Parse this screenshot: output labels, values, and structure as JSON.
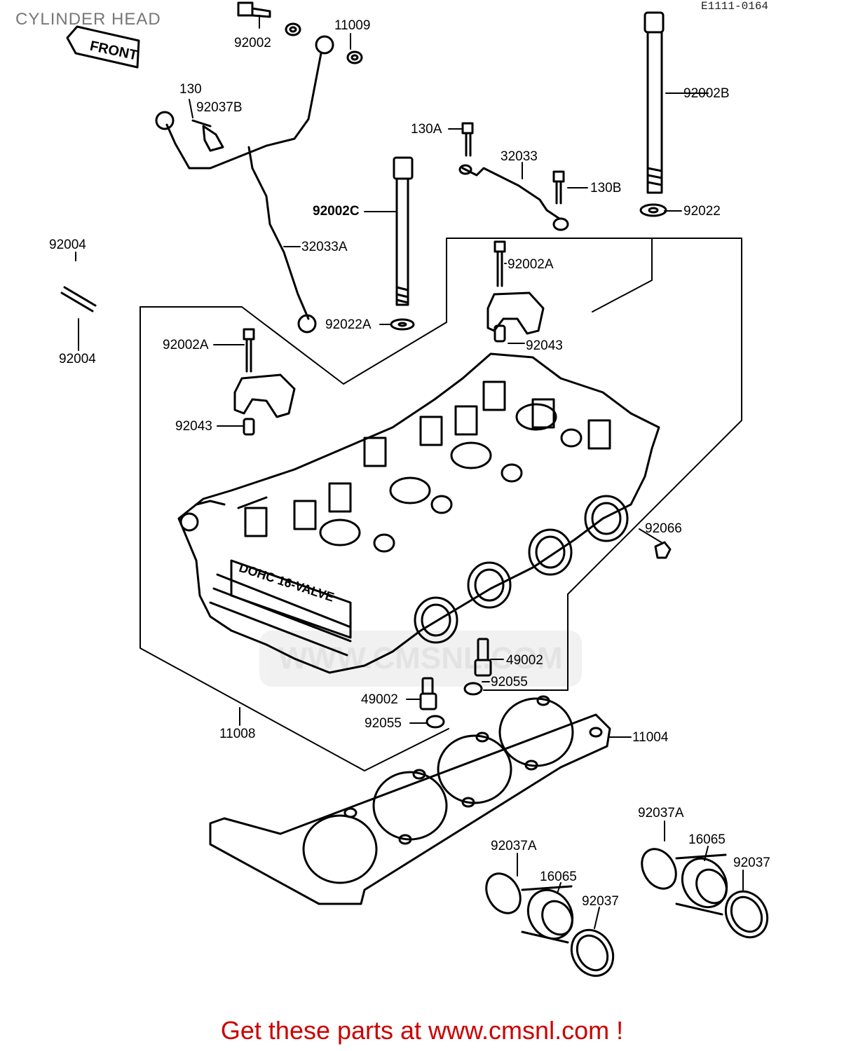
{
  "header": {
    "title": "CYLINDER HEAD",
    "diagram_code": "E1111-0164",
    "front_tag": "FRONT"
  },
  "engine_marking": "DOHC 16-VALVE",
  "watermark": "WWW.CMSNL.COM",
  "footer": {
    "cta": "Get these parts at www.cmsnl.com !"
  },
  "parts": [
    {
      "id": "p1",
      "label": "92002"
    },
    {
      "id": "p2",
      "label": "11009"
    },
    {
      "id": "p3",
      "label": "130"
    },
    {
      "id": "p4",
      "label": "92037B"
    },
    {
      "id": "p5",
      "label": "92002B"
    },
    {
      "id": "p6",
      "label": "130A"
    },
    {
      "id": "p7",
      "label": "32033"
    },
    {
      "id": "p8",
      "label": "130B"
    },
    {
      "id": "p9",
      "label": "92002C"
    },
    {
      "id": "p10",
      "label": "92022"
    },
    {
      "id": "p11",
      "label": "92004"
    },
    {
      "id": "p12",
      "label": "32033A"
    },
    {
      "id": "p13",
      "label": "92002A"
    },
    {
      "id": "p14",
      "label": "92004"
    },
    {
      "id": "p15",
      "label": "92022A"
    },
    {
      "id": "p16",
      "label": "92043"
    },
    {
      "id": "p17",
      "label": "92002A"
    },
    {
      "id": "p18",
      "label": "92043"
    },
    {
      "id": "p19",
      "label": "92066"
    },
    {
      "id": "p20",
      "label": "49002"
    },
    {
      "id": "p21",
      "label": "92055"
    },
    {
      "id": "p22",
      "label": "49002"
    },
    {
      "id": "p23",
      "label": "92055"
    },
    {
      "id": "p24",
      "label": "11008"
    },
    {
      "id": "p25",
      "label": "11004"
    },
    {
      "id": "p26",
      "label": "92037A"
    },
    {
      "id": "p27",
      "label": "16065"
    },
    {
      "id": "p28",
      "label": "92037A"
    },
    {
      "id": "p29",
      "label": "92037"
    },
    {
      "id": "p30",
      "label": "16065"
    },
    {
      "id": "p31",
      "label": "92037"
    }
  ]
}
